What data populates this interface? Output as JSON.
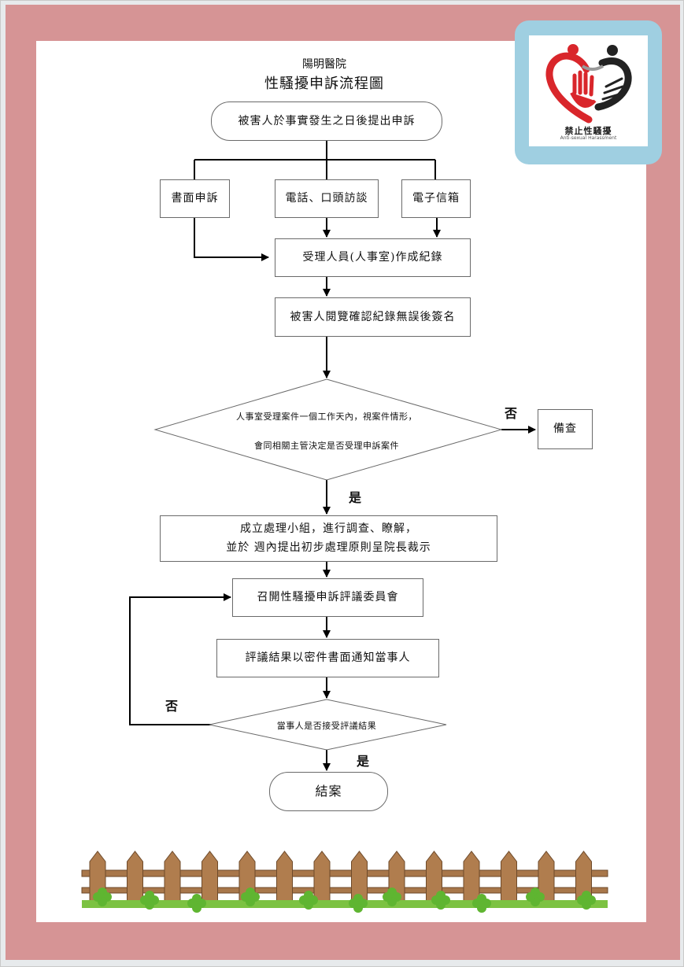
{
  "header": {
    "hospital": "陽明醫院",
    "title": "性騷擾申訴流程圖"
  },
  "badge": {
    "label": "禁止性騷擾",
    "sublabel": "Anti-sexual Harassment",
    "colors": {
      "frame": "#9fcfe1",
      "heart": "#d9262b",
      "hand": "#222222"
    }
  },
  "flow": {
    "start": "被害人於事實發生之日後提出申訴",
    "channel_written": "書面申訴",
    "channel_phone": "電話、口頭訪談",
    "channel_email": "電子信箱",
    "record": "受理人員(人事室)作成紀錄",
    "confirm": "被害人閱覽確認紀錄無誤後簽名",
    "decision1_line1": "人事室受理案件一個工作天內，視案件情形，",
    "decision1_line2": "會同相關主管決定是否受理申訴案件",
    "no_label_1": "否",
    "file_box": "備查",
    "yes_label_1": "是",
    "team_line1": "成立處理小組，進行調查、瞭解，",
    "team_line2": "並於 週內提出初步處理原則呈院長裁示",
    "committee": "召開性騷擾申訴評議委員會",
    "notify": "評議結果以密件書面通知當事人",
    "decision2": "當事人是否接受評議結果",
    "no_label_2": "否",
    "yes_label_2": "是",
    "end": "結案"
  },
  "colors": {
    "frame_pink": "#d69495",
    "fence_brown": "#a8774a",
    "grass_green": "#7cc242"
  }
}
